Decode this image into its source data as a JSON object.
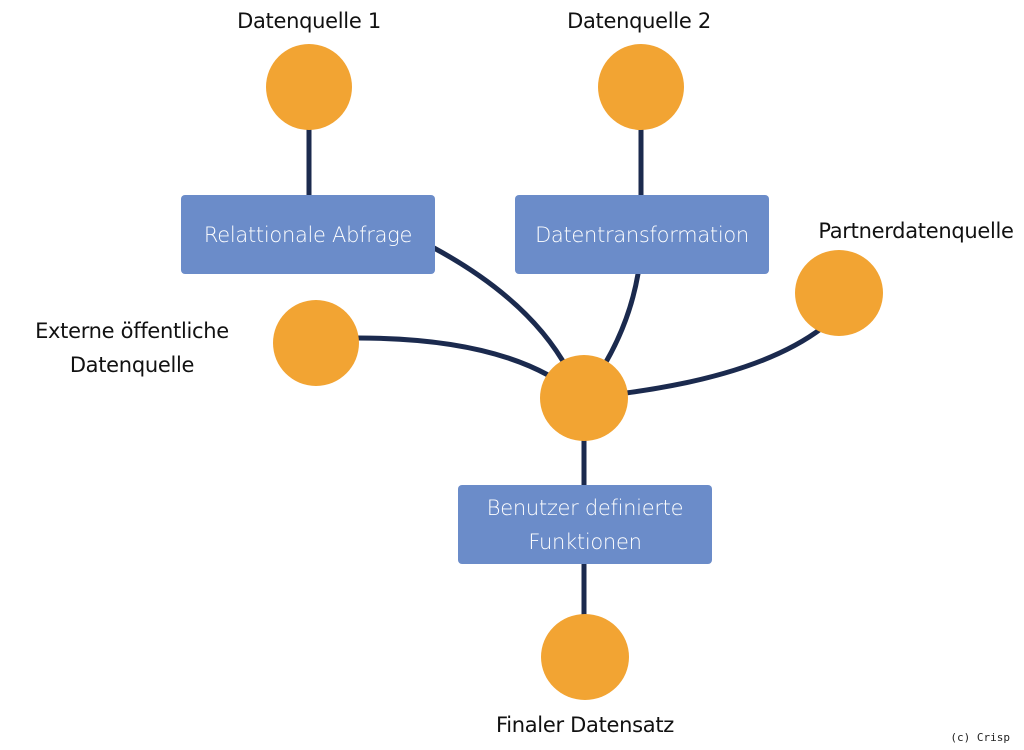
{
  "colors": {
    "node": "#F2A433",
    "box": "#6B8CC9",
    "edge": "#1B2A4E"
  },
  "nodes": {
    "source1": {
      "label": "Datenquelle 1"
    },
    "source2": {
      "label": "Datenquelle 2"
    },
    "partner": {
      "label": "Partnerdatenquelle"
    },
    "external": {
      "label_line1": "Externe öffentliche",
      "label_line2": "Datenquelle"
    },
    "hub": {
      "label": ""
    },
    "final": {
      "label": "Finaler Datensatz"
    }
  },
  "boxes": {
    "relational": {
      "label": "Relattionale Abfrage"
    },
    "transform": {
      "label": "Datentransformation"
    },
    "udf": {
      "label_line1": "Benutzer definierte",
      "label_line2": "Funktionen"
    }
  },
  "edges": [
    {
      "from": "source1",
      "to": "relational"
    },
    {
      "from": "source2",
      "to": "transform"
    },
    {
      "from": "relational",
      "to": "hub"
    },
    {
      "from": "transform",
      "to": "hub"
    },
    {
      "from": "external",
      "to": "hub"
    },
    {
      "from": "partner",
      "to": "hub"
    },
    {
      "from": "hub",
      "to": "udf"
    },
    {
      "from": "udf",
      "to": "final"
    }
  ],
  "credit": "(c) Crisp"
}
